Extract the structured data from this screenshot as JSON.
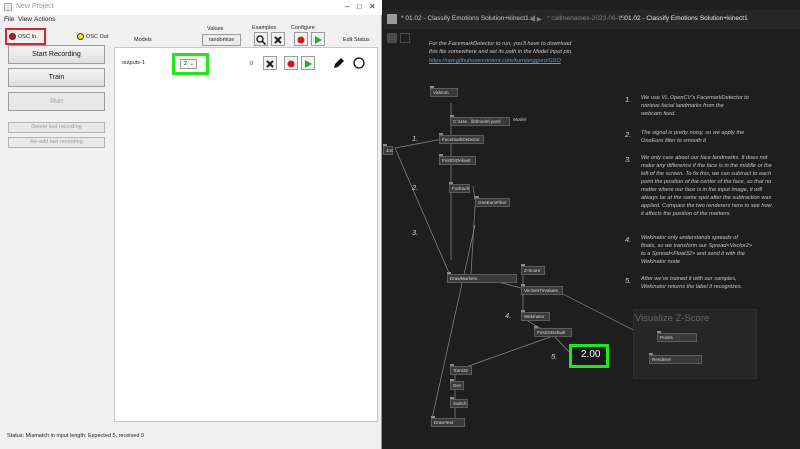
{
  "wekinator": {
    "title": "New Project",
    "menu": [
      "File",
      "View",
      "Actions"
    ],
    "osc_in_label": "OSC In",
    "osc_out_label": "OSC Out",
    "buttons": {
      "start_recording": "Start Recording",
      "train": "Train",
      "run": "Run",
      "delete_last_recording": "Delete last recording",
      "re_add_last_recording": "Re-add last recording"
    },
    "columns": {
      "models": "Models",
      "values": "Values",
      "examples": "Examples",
      "configure": "Configure",
      "edit": "Edit",
      "status": "Status"
    },
    "randomize_label": "randomize",
    "row": {
      "name": "outputs-1",
      "value": "2",
      "examples": "0"
    },
    "status_bar": "Status:   Mismatch in input length: Expected 5, received 0",
    "colors": {
      "osc_in": "#d01010",
      "osc_out": "#f5e800",
      "highlight": "#1ee818"
    }
  },
  "vvvv": {
    "tabs": [
      "* 01.02 - Classify Emotions Solution+kinect1.vl",
      "* callmenames-2023-06-13",
      "* 01.02 - Classify Emotions Solution+kinect1"
    ],
    "intro_lines": [
      "For the FacemarkDetector to run, you'll have to download",
      "this file somewhere and set its path in the Model input pin."
    ],
    "intro_link": "https://raw.githubusercontent.com/kurnianggoro/GSO",
    "notes": [
      {
        "number": "1.",
        "lines": [
          "We use VL.OpenCV's FacemarkDetector to",
          "retrieve facial landmarks from the",
          "webcam feed."
        ]
      },
      {
        "number": "2.",
        "lines": [
          "The signal is pretty noisy, so we apply the",
          "OneEuro filter to smooth it"
        ]
      },
      {
        "number": "3.",
        "lines": [
          "We only care about our face landmarks. It does not",
          "make any difference if the face is in the middle or the",
          "left of the screen. To fix this, we can subtract to each",
          "point the position of the center of the face, so that no",
          "matter where our face is in the input image, it will",
          "always be at the same spot after the subtraction was",
          "applied. Compare the two renderers here to see how",
          "it affects the position of the markers."
        ]
      },
      {
        "number": "4.",
        "lines": [
          "Wekinator only understands spreads of",
          "floats, so we transform our Spread<Vector2>",
          "to a Spread<Float32> and send it with the",
          "Wekinator node"
        ]
      },
      {
        "number": "5.",
        "lines": [
          "After we've trained it with our samples,",
          "Wekinator returns the label it recognizes."
        ]
      }
    ],
    "patch_numbers": [
      "1.",
      "2.",
      "3.",
      "4.",
      "5."
    ],
    "nodes": {
      "videoin": "VideoIn",
      "model_path": "C:\\Use...\\lbfmodel.yaml",
      "facemark": "FacemarkDetector",
      "firstordefault1": "FirstOrDefault",
      "foreach": "ForEach",
      "oneeuro": "OneEuroFilter",
      "drawmarkers": "DrawMarkers",
      "zscore": "Z-Score",
      "vectorstovalues": "VectorsToValues",
      "wekinator": "Wekinator",
      "firstordefault2": "FirstOrDefault",
      "tostring": "ToInt32",
      "dec": "Dec",
      "switch": "Switch",
      "drawtext": "DrawText",
      "points": "Points",
      "renderer": "Renderer",
      "left_partial": "Joc"
    },
    "model_label": "Model",
    "viz_title": "Visualize Z-Score",
    "output_value": "2.00"
  }
}
